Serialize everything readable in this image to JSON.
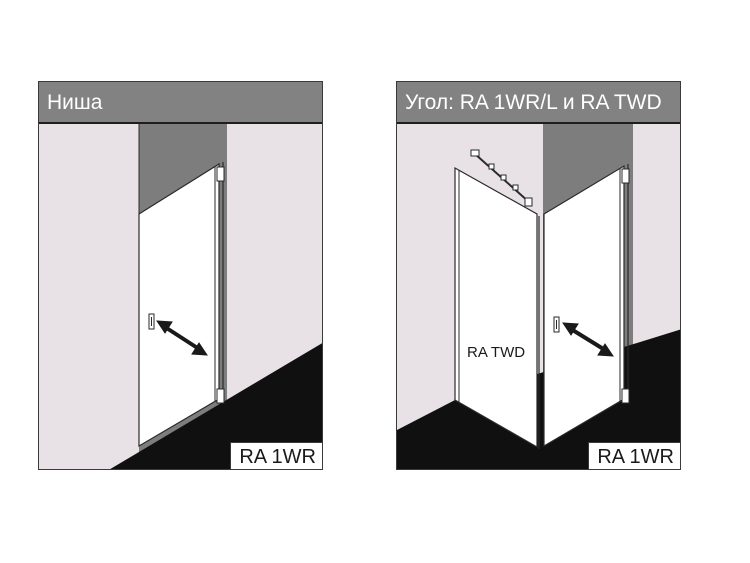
{
  "panels": {
    "niche": {
      "title": "Ниша",
      "model": "RA 1WR"
    },
    "corner": {
      "title": "Угол: RA 1WR/L и RA TWD",
      "model": "RA 1WR",
      "side_label": "RA TWD"
    }
  },
  "colors": {
    "header": "#828282",
    "wall": "#e8e2e6",
    "back_wall": "#7d7d7d",
    "floor": "#101010",
    "glass": "#ffffff"
  },
  "icons": [
    "double-arrow-icon",
    "door-handle-icon",
    "wall-bracket-icon"
  ]
}
